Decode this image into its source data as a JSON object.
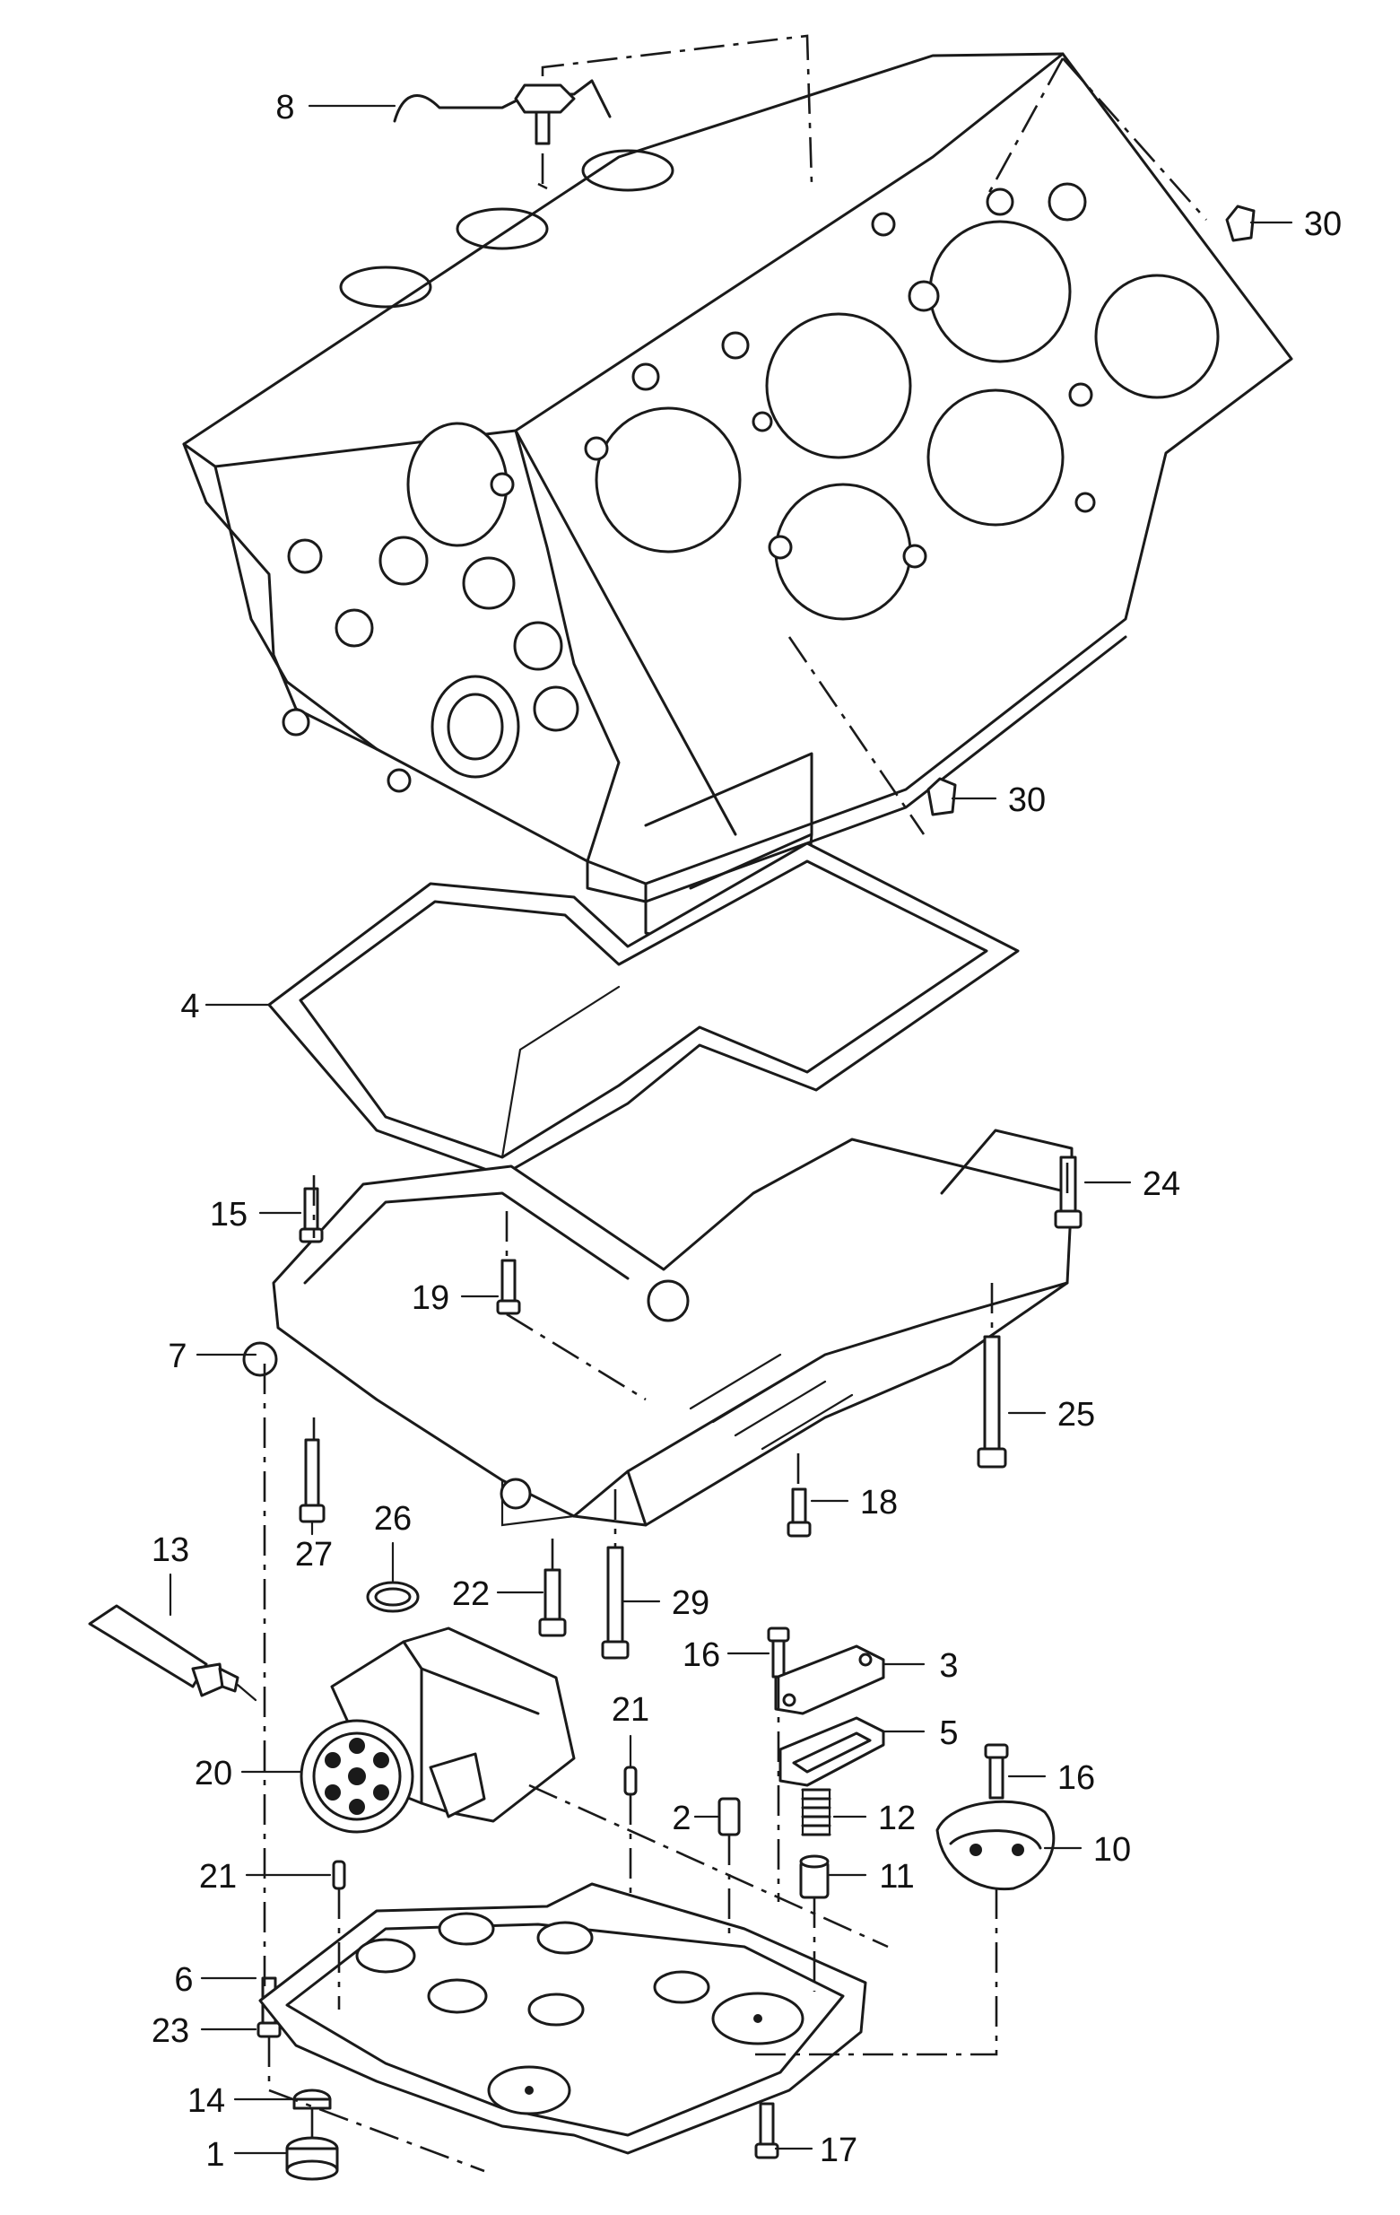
{
  "callouts": [
    {
      "id": "c8",
      "text": "8"
    },
    {
      "id": "c30a",
      "text": "30"
    },
    {
      "id": "c30b",
      "text": "30"
    },
    {
      "id": "c4",
      "text": "4"
    },
    {
      "id": "c24",
      "text": "24"
    },
    {
      "id": "c15",
      "text": "15"
    },
    {
      "id": "c19",
      "text": "19"
    },
    {
      "id": "c7",
      "text": "7"
    },
    {
      "id": "c25",
      "text": "25"
    },
    {
      "id": "c18",
      "text": "18"
    },
    {
      "id": "c26",
      "text": "26"
    },
    {
      "id": "c27",
      "text": "27"
    },
    {
      "id": "c13",
      "text": "13"
    },
    {
      "id": "c22",
      "text": "22"
    },
    {
      "id": "c29",
      "text": "29"
    },
    {
      "id": "c16a",
      "text": "16"
    },
    {
      "id": "c3",
      "text": "3"
    },
    {
      "id": "c5",
      "text": "5"
    },
    {
      "id": "c21a",
      "text": "21"
    },
    {
      "id": "c20",
      "text": "20"
    },
    {
      "id": "c2",
      "text": "2"
    },
    {
      "id": "c12",
      "text": "12"
    },
    {
      "id": "c16b",
      "text": "16"
    },
    {
      "id": "c10",
      "text": "10"
    },
    {
      "id": "c11",
      "text": "11"
    },
    {
      "id": "c21b",
      "text": "21"
    },
    {
      "id": "c6",
      "text": "6"
    },
    {
      "id": "c23",
      "text": "23"
    },
    {
      "id": "c14",
      "text": "14"
    },
    {
      "id": "c1",
      "text": "1"
    },
    {
      "id": "c17",
      "text": "17"
    }
  ]
}
